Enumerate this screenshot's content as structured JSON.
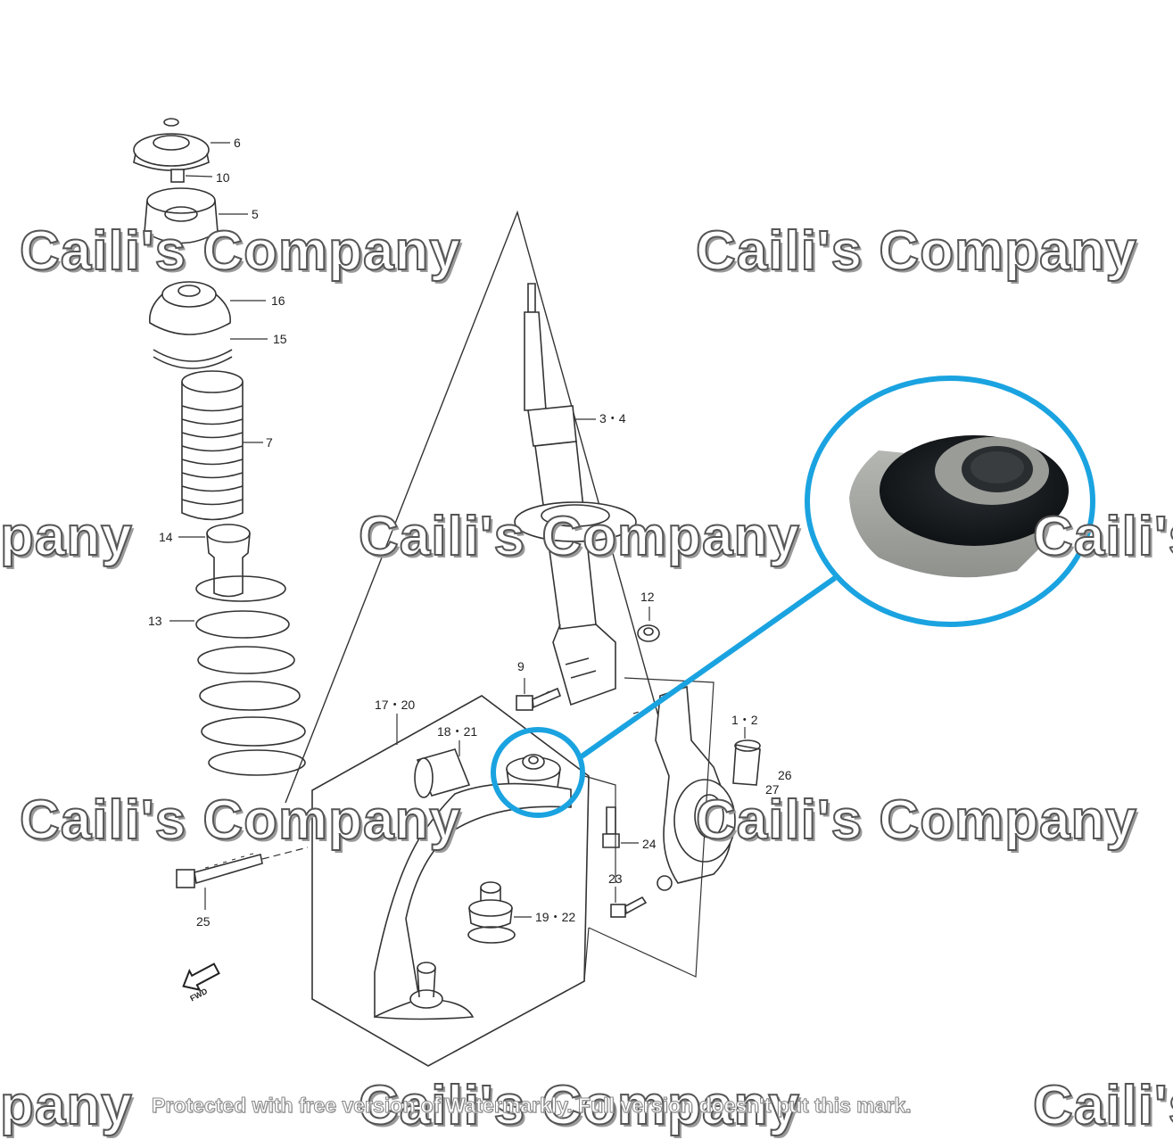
{
  "part_labels": {
    "p6": "6",
    "p10": "10",
    "p5": "5",
    "p16": "16",
    "p15": "15",
    "p7": "7",
    "p14": "14",
    "p13": "13",
    "p34": "3・4",
    "p12": "12",
    "p9": "9",
    "p1720": "17・20",
    "p1821": "18・21",
    "p12b": "1・2",
    "p26": "26",
    "p27": "27",
    "p24": "24",
    "p23": "23",
    "p1922": "19・22",
    "p25": "25",
    "fwd": "FWD"
  },
  "watermark": {
    "text": "Caili's Company",
    "left_fragment": "pany",
    "right_fragment": "Caili's",
    "footer_note": "Protected with free version of Watermarkly. Full version doesn't put this mark."
  },
  "colors": {
    "highlight": "#1aa3e0",
    "line_art": "#333333",
    "watermark_fill": "#ffffff",
    "watermark_outline": "#555555"
  },
  "icons": {
    "bushing_photo": "rubber-bushing-photo",
    "fwd_arrow": "fwd-arrow-icon"
  }
}
